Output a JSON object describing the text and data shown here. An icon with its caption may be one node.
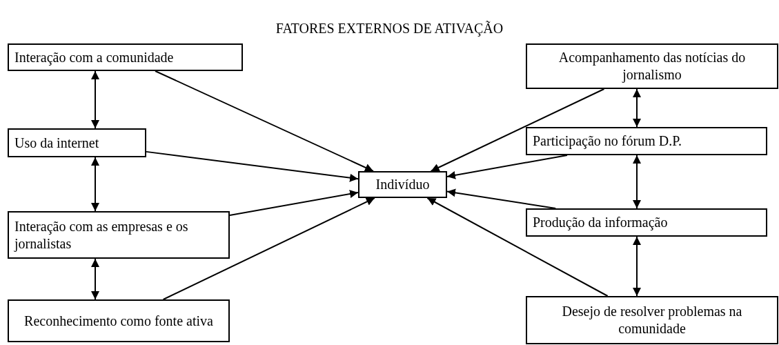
{
  "diagram": {
    "title": "FATORES EXTERNOS DE ATIVAÇÃO",
    "nodes": [
      {
        "text": [
          "Interação com a comunidade"
        ]
      },
      {
        "text": [
          "Uso da internet"
        ]
      },
      {
        "text": [
          "Interação com as empresas e os jornalistas"
        ]
      },
      {
        "text": [
          "Reconhecimento como fonte ativa"
        ]
      },
      {
        "text": [
          "Indivíduo"
        ]
      },
      {
        "text": [
          "Acompanhamento das notícias do jornalismo"
        ]
      },
      {
        "text": [
          "Participação no fórum D.P."
        ]
      },
      {
        "text": [
          "Produção da informação"
        ]
      },
      {
        "text": [
          "Desejo de resolver problemas na comunidade"
        ]
      }
    ],
    "edges": [
      {
        "from": 0,
        "to": 4,
        "arrow": "to"
      },
      {
        "from": 1,
        "to": 4,
        "arrow": "to"
      },
      {
        "from": 2,
        "to": 4,
        "arrow": "to"
      },
      {
        "from": 3,
        "to": 4,
        "arrow": "to"
      },
      {
        "from": 5,
        "to": 4,
        "arrow": "to"
      },
      {
        "from": 6,
        "to": 4,
        "arrow": "to"
      },
      {
        "from": 7,
        "to": 4,
        "arrow": "to"
      },
      {
        "from": 8,
        "to": 4,
        "arrow": "to"
      },
      {
        "from": 0,
        "to": 1,
        "arrow": "both"
      },
      {
        "from": 1,
        "to": 2,
        "arrow": "both"
      },
      {
        "from": 2,
        "to": 3,
        "arrow": "both"
      },
      {
        "from": 5,
        "to": 6,
        "arrow": "both"
      },
      {
        "from": 6,
        "to": 7,
        "arrow": "both"
      },
      {
        "from": 7,
        "to": 8,
        "arrow": "both"
      }
    ]
  }
}
